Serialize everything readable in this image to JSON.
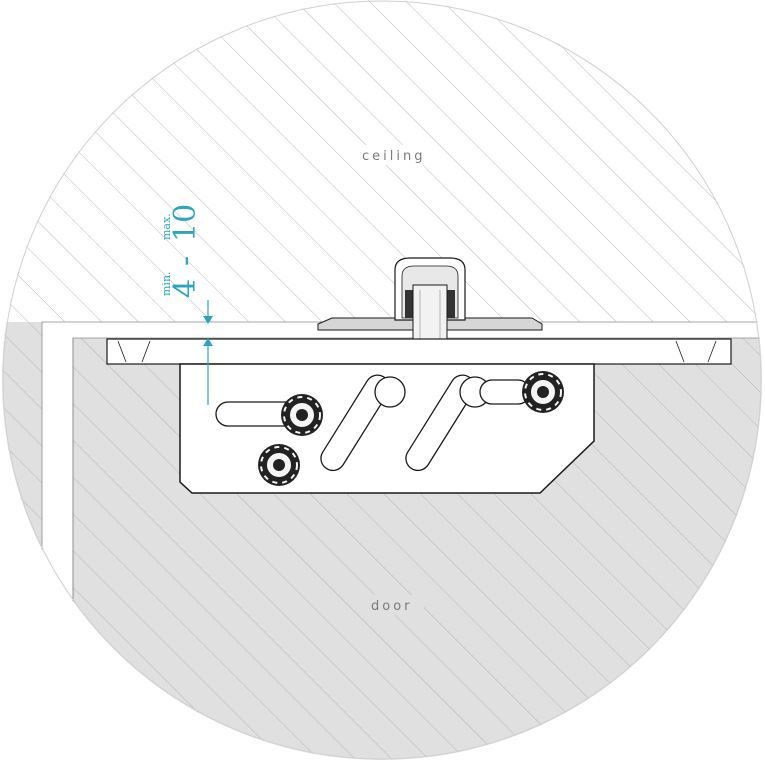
{
  "labels": {
    "ceiling": "ceiling",
    "door": "door"
  },
  "dimension": {
    "min_label": "min.",
    "max_label": "max.",
    "min_value": "4",
    "separator": "-",
    "max_value": "10"
  },
  "colors": {
    "dimension": "#2aa6b8",
    "door_fill": "#e0e0e0",
    "hatch": "#a9a9a9",
    "outline": "#1a1a1a"
  }
}
